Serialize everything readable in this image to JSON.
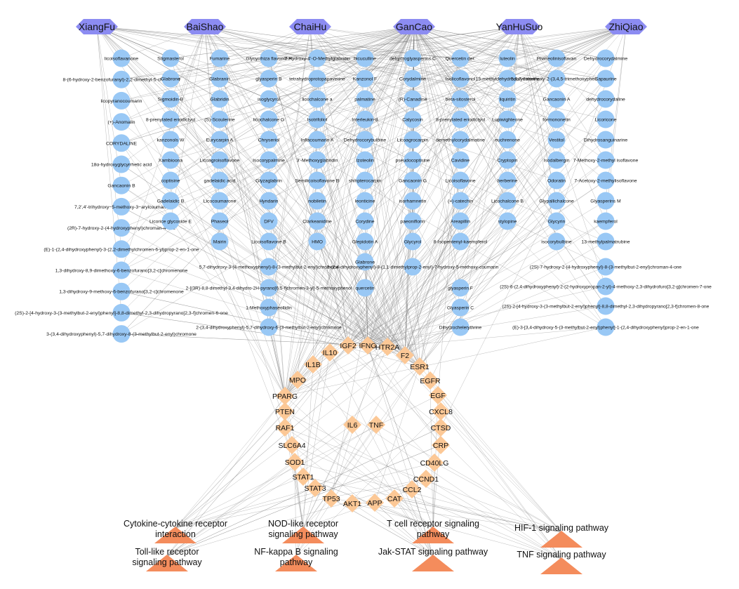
{
  "herbs": [
    "XiangFu",
    "BaiShao",
    "ChaiHu",
    "GanCao",
    "YanHuSuo",
    "ZhiQiao"
  ],
  "compound_columns": [
    [
      "licoisoflavanone",
      "8-(6-hydroxy-2-benzofuranyl)-2,2-dimethyl-5-chromenol",
      "licopyranocoumarin",
      "(+)-Anomalin",
      "CORYDALINE",
      "18α-hydroxyglycyrrhetic acid",
      "Gancaonin B",
      "7,2',4'-trihydroxy−5-methoxy-3−arylcoumarin",
      "(2R)-7-hydroxy-2-(4-hydroxyphenyl)chroman-4-one",
      "(E)-1-(2,4-dihydroxyphenyl)-3-(2,2-dimethylchromen-6-yl)prop-2-en-1-one",
      "1,3-dihydroxy-8,9-dimethoxy-6-benzofurano[3,2-c]chromenone",
      "1,3-dihydroxy-9-methoxy-6-benzofurano[3,2-c]chromenone",
      "(2S)-2-[4-hydroxy-3-(3-methylbut-2-enyl)phenyl]-8,8-dimethyl-2,3-dihydropyrano[2,3-f]chromen-6-one",
      "3-(3,4-dihydroxyphenyl)-5,7-dihydroxy-8-(3-methylbut-2-enyl)chromone"
    ],
    [
      "Stigmasterol",
      "Glabrone",
      "Sigmoidin-B",
      "8-prenylated eriodictyol",
      "kanzonols W",
      "Xambioona",
      "coptisine",
      "Gadelaidic B",
      "Licorice glycoside E"
    ],
    [
      "Fumarine",
      "Glabranin",
      "Glabridin",
      "(S)-Scoulerine",
      "Eurycarpin A",
      "Licoagroisoflavone",
      "gadelaidic acid",
      "Licocoumarone",
      "Phaseol",
      "Mairin"
    ],
    [
      "Glycyrrhiza flavonol A",
      "glyasperin B",
      "isoglycyrol",
      "licochalcone G",
      "Chryseriol",
      "Isocorypalmine",
      "Glyzaglabrin",
      "Hyndarin",
      "DFV",
      "Licoisoflavone B"
    ],
    [
      "7-Hydroxy-4'-O-Methylglabridin",
      "tetrahydroprotopapaverine",
      "licochalcone a",
      "Isotrifoliol",
      "Inflacoumarin A",
      "3'-Methoxyglabridin",
      "Semilicoisoflavone B",
      "nobiletin",
      "Clarkeanidine",
      "HMO"
    ],
    [
      "bicuculline",
      "Kanzonol F",
      "palmatine",
      "Interleukin-8",
      "Dehydrocorybulbine",
      "Izoteolin",
      "shinpterocarpin",
      "leonticine",
      "Corydine",
      "Glepidotin A",
      "Glabrone"
    ],
    [
      "dehydroglyasperins C",
      "Corydalmine",
      "(R)-Canadine",
      "Calycosin",
      "Licoagrocarpin",
      "pseudocoptisine",
      "Gancaonin G",
      "isorhamnetin",
      "paeoniflorin",
      "Glycyrol"
    ],
    [
      "Quercetin der.",
      "Isolicoflavonol",
      "beta-sitosterol",
      "8-prenylated eriodictyol",
      "demethylcorydalmatine",
      "Cavidine",
      "Licoisoflavone",
      "(+)-catechin",
      "Areapillin",
      "8-Isopentenyl-kaempferol"
    ],
    [
      "luteolin",
      "13-methyldehydrocorydalmine",
      "liquiritin",
      "Lupiwighteone",
      "euchrenone",
      "Cryptopin",
      "berberine",
      "Licochalcone B",
      "stylopine"
    ],
    [
      "Phaseolinisoflavan",
      "5,6,7-trimethoxy-2-(3,4,5-trimethoxyphenyl)",
      "Gancaonin A",
      "formononetin",
      "Vestitol",
      "Isodalbergin",
      "Odoratin",
      "Glypallichalcone",
      "Glycyrin",
      "isocorybulbine"
    ],
    [
      "Dehydrocorydalmine",
      "Capaurine",
      "dehydrocorydaline",
      "Licoricone",
      "Dihydrosanguinarine",
      "7-Methoxy-2-methyl isoflavone",
      "7-Acetoxy-2-methylisoflavone",
      "Glyasperins M",
      "kaempferol",
      "13-methylpalmatrubine"
    ]
  ],
  "extra_compounds": [
    "5,7-dihydroxy-3-(4-methoxyphenyl)-8-(3-methylbut-2-enyl)chromone",
    "2-[(3R)-8,8-dimethyl-3,4-dihydro-2H-pyrano[6,5-f]chromen-3-yl]-5-methoxyphenol",
    "1-Methoxyphaseollidin",
    "2-(3,4-dihydroxyphenyl)-5,7-dihydroxy-6-(3-methylbut-2-enyl)chromone",
    "quercetin",
    "3-(2,4-dihydroxyphenyl)-8-(1,1-dimethylprop-2-enyl)-7-hydroxy-5-methoxy-coumarin",
    "glyasperin F",
    "Glyasperin C",
    "Dihydrochelerythrine",
    "(2S)-7-hydroxy-2-(4-hydroxyphenyl)-8-(3-methylbut-2-enyl)chroman-4-one",
    "(2S)-6-(2,4-dihydroxyphenyl)-2-(2-hydroxypropan-2-yl)-4-methoxy-2,3-dihydrofuro[3,2-g]chromen-7-one",
    "(2S)-2-[4-hydroxy-3-(3-methylbut-2-enyl)phenyl]-8,8-dimethyl-2,3-dihydropyrano[2,3-f]chromen-8-one",
    "(E)-3-[3,4-dihydroxy-5-(3-methylbut-2-enyl)phenyl]-1-(2,4-dihydroxyphenyl)prop-2-en-1-one"
  ],
  "targets": [
    "IFNG",
    "HTR2A",
    "IGF2",
    "IL10",
    "F2",
    "ESR1",
    "IL1B",
    "EGFR",
    "MPO",
    "EGF",
    "PPARG",
    "CXCL8",
    "PTEN",
    "CTSD",
    "RAF1",
    "CRP",
    "SLC6A4",
    "CD40LG",
    "SOD1",
    "CCND1",
    "STAT1",
    "CCL2",
    "STAT3",
    "CAT",
    "TP53",
    "APP",
    "AKT1"
  ],
  "center_targets": [
    "IL6",
    "TNF"
  ],
  "pathways": [
    "Cytokine-cytokine receptor interaction",
    "Toll-like receptor signaling pathway",
    "NOD-like receptor signaling pathway",
    "NF-kappa B signaling pathway",
    "T cell receptor signaling pathway",
    "Jak-STAT signaling pathway",
    "HIF-1 signaling pathway",
    "TNF signaling pathway"
  ],
  "colors": {
    "herb": "#8c8cf2",
    "compound": "#99c8f5",
    "target": "#fcc896",
    "pathway": "#f48c5c",
    "edge": "#7a7a7a"
  }
}
